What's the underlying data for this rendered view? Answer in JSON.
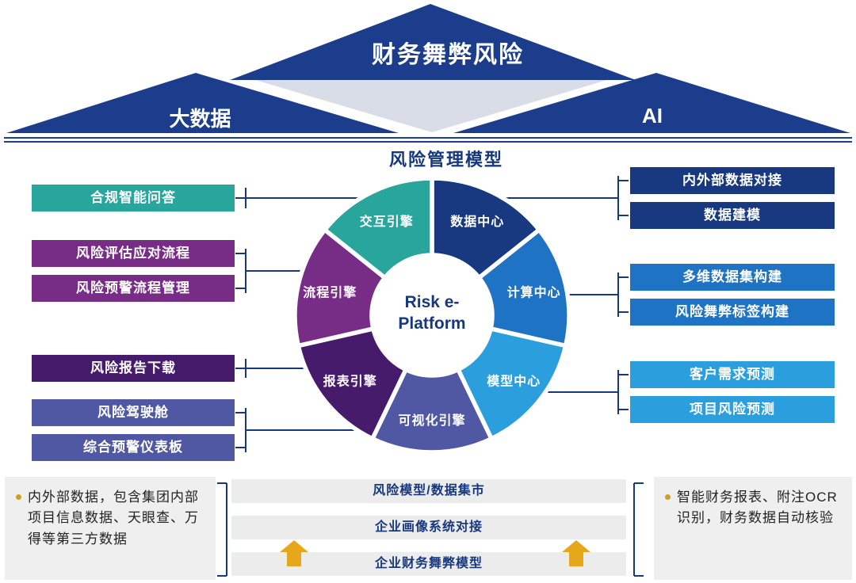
{
  "pyramid": {
    "top": {
      "label": "财务舞弊风险",
      "color": "#1b3d8c"
    },
    "left": {
      "label": "大数据",
      "color": "#1b3d8c"
    },
    "right": {
      "label": "AI",
      "color": "#1b3d8c"
    },
    "shadow_color": "#d9dde8"
  },
  "section_title": "风险管理模型",
  "platform": {
    "center_line1": "Risk e-",
    "center_line2": "Platform"
  },
  "chart_data": {
    "type": "pie",
    "title": "风险管理模型",
    "center_label": "Risk e-Platform",
    "legend_position": "none",
    "inner_radius": 76,
    "outer_radius": 173,
    "start_angle_deg": 0,
    "segments": [
      {
        "label": "数据中心",
        "value": 1,
        "color": "#18397f"
      },
      {
        "label": "计算中心",
        "value": 1,
        "color": "#1e73c4"
      },
      {
        "label": "模型中心",
        "value": 1,
        "color": "#2b9fdd"
      },
      {
        "label": "可视化引擎",
        "value": 1,
        "color": "#5058a3"
      },
      {
        "label": "报表引擎",
        "value": 1,
        "color": "#461b6c"
      },
      {
        "label": "流程引擎",
        "value": 1,
        "color": "#772d85"
      },
      {
        "label": "交互引擎",
        "value": 1,
        "color": "#29a69c"
      }
    ]
  },
  "left_boxes": [
    {
      "label": "合规智能问答",
      "color": "#29a69c"
    },
    {
      "label": "风险评估应对流程",
      "color": "#772d85"
    },
    {
      "label": "风险预警流程管理",
      "color": "#772d85"
    },
    {
      "label": "风险报告下载",
      "color": "#461b6c"
    },
    {
      "label": "风险驾驶舱",
      "color": "#5058a3"
    },
    {
      "label": "综合预警仪表板",
      "color": "#5058a3"
    }
  ],
  "right_boxes": [
    {
      "label": "内外部数据对接",
      "color": "#18397f"
    },
    {
      "label": "数据建模",
      "color": "#18397f"
    },
    {
      "label": "多维数据集构建",
      "color": "#1e73c4"
    },
    {
      "label": "风险舞弊标签构建",
      "color": "#1e73c4"
    },
    {
      "label": "客户需求预测",
      "color": "#2b9fdd"
    },
    {
      "label": "项目风险预测",
      "color": "#2b9fdd"
    }
  ],
  "bottom": {
    "left_note": "内外部数据，包含集团内部项目信息数据、天眼查、万得等第三方数据",
    "bars": [
      "风险模型/数据集市",
      "企业画像系统对接",
      "企业财务舞弊模型"
    ],
    "right_note": "智能财务报表、附注OCR识别，财务数据自动核验",
    "arrow_color": "#e7a71b",
    "line_color": "#17387e"
  }
}
